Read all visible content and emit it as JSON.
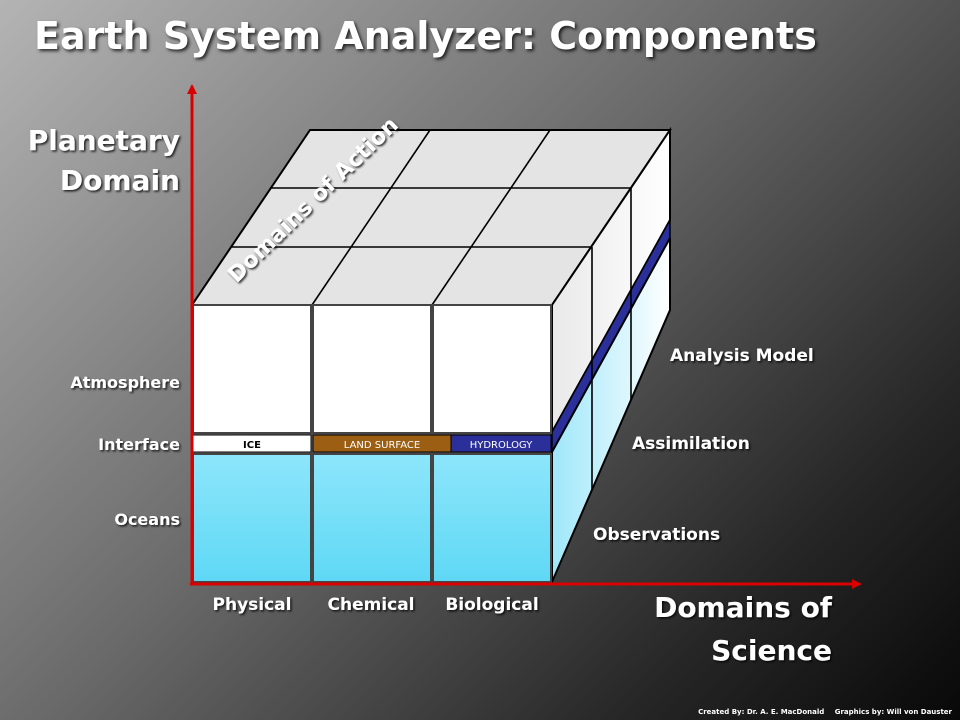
{
  "title": "Earth System Analyzer: Components",
  "axes": {
    "vertical": [
      "Planetary",
      "Domain"
    ],
    "horizontal": [
      "Domains of",
      "Science"
    ],
    "depth": "Domains of Action"
  },
  "planetary_levels": [
    "Atmosphere",
    "Interface",
    "Oceans"
  ],
  "science_domains": [
    "Physical",
    "Chemical",
    "Biological"
  ],
  "interface_bands": [
    {
      "label": "ICE",
      "color": "#ffffff",
      "text_color": "#000000"
    },
    {
      "label": "LAND SURFACE",
      "color": "#9b5e12",
      "text_color": "#ffffff"
    },
    {
      "label": "HYDROLOGY",
      "color": "#2b2f9a",
      "text_color": "#ffffff"
    }
  ],
  "action_domains": [
    "Observations",
    "Assimilation",
    "Analysis Model"
  ],
  "colors": {
    "axis_arrow": "#d90000",
    "ocean_cell": "#76dff8",
    "atmosphere_cell": "#ffffff",
    "hydrology_band": "#2b2f9a"
  },
  "credits": {
    "created_by": "Created By: Dr. A. E. MacDonald",
    "graphics_by": "Graphics by: Will von Dauster"
  }
}
